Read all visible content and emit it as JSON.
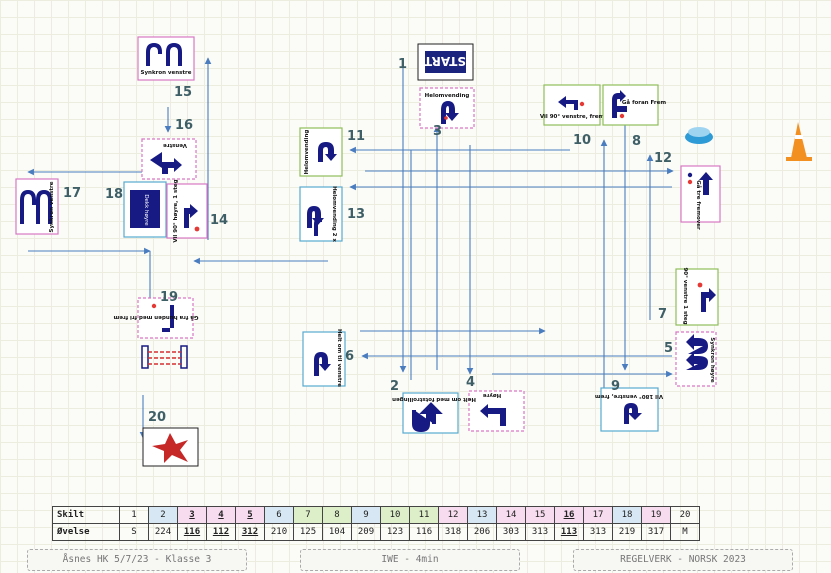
{
  "colors": {
    "arrow": "#4a7dbf",
    "glyph": "#171a83",
    "pink": "#d977c4",
    "green": "#8fbf5a",
    "blue": "#58a9cf",
    "num": "#3e5f66",
    "cat_pink": "#f7dcef",
    "cat_green": "#dcefc8",
    "cat_blue": "#d7e8f4"
  },
  "signs": {
    "start": "START",
    "s2": "Helt om med fotstrollingen",
    "s3": "Helomvending",
    "s4": "Høyre",
    "s5": "Synkron høyre",
    "s6": "Helt om til venstre",
    "s7": "90° venstre 1 steg",
    "s9": "Vil 180° venstre, frem",
    "s10": "Vil 90° venstre, frem",
    "s11": "Helomvending",
    "s12": "Gå tre fremover",
    "s13": "Helomvending 2 x",
    "s14": "Vil 90° høyre, 1 steg",
    "s15": "Synkron venstre",
    "s16": "Venstre",
    "s17": "Synkron venstre",
    "s18": "Dekk høyre",
    "s19": "Gå fra hunden med fri frem",
    "s8": "Gå foran Frem"
  },
  "numbers": [
    "1",
    "2",
    "3",
    "4",
    "5",
    "6",
    "7",
    "8",
    "9",
    "10",
    "11",
    "12",
    "13",
    "14",
    "15",
    "16",
    "17",
    "18",
    "19",
    "20"
  ],
  "table": {
    "row1_label": "Skilt",
    "row2_label": "Øvelse",
    "skilt": [
      "1",
      "2",
      "3",
      "4",
      "5",
      "6",
      "7",
      "8",
      "9",
      "10",
      "11",
      "12",
      "13",
      "14",
      "15",
      "16",
      "17",
      "18",
      "19",
      "20"
    ],
    "ovelse": [
      "S",
      "224",
      "116",
      "112",
      "312",
      "210",
      "125",
      "104",
      "209",
      "123",
      "116",
      "318",
      "206",
      "303",
      "313",
      "113",
      "313",
      "219",
      "317",
      "M"
    ]
  },
  "footer": {
    "left": "Åsnes HK 5/7/23 - Klasse 3",
    "middle": "IWE - 4min",
    "right": "REGELVERK - NORSK 2023"
  }
}
